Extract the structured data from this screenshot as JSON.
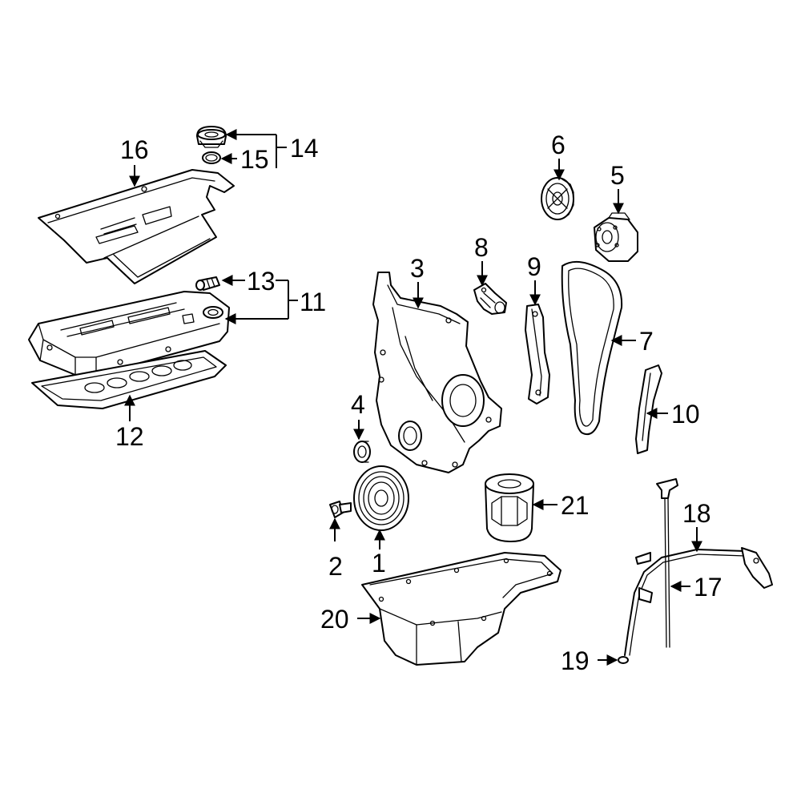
{
  "diagram": {
    "callouts": {
      "c1": "1",
      "c2": "2",
      "c3": "3",
      "c4": "4",
      "c5": "5",
      "c6": "6",
      "c7": "7",
      "c8": "8",
      "c9": "9",
      "c10": "10",
      "c11": "11",
      "c12": "12",
      "c13": "13",
      "c14": "14",
      "c15": "15",
      "c16": "16",
      "c17": "17",
      "c18": "18",
      "c19": "19",
      "c20": "20",
      "c21": "21"
    }
  },
  "colors": {
    "line": "#000000",
    "background": "#ffffff"
  }
}
